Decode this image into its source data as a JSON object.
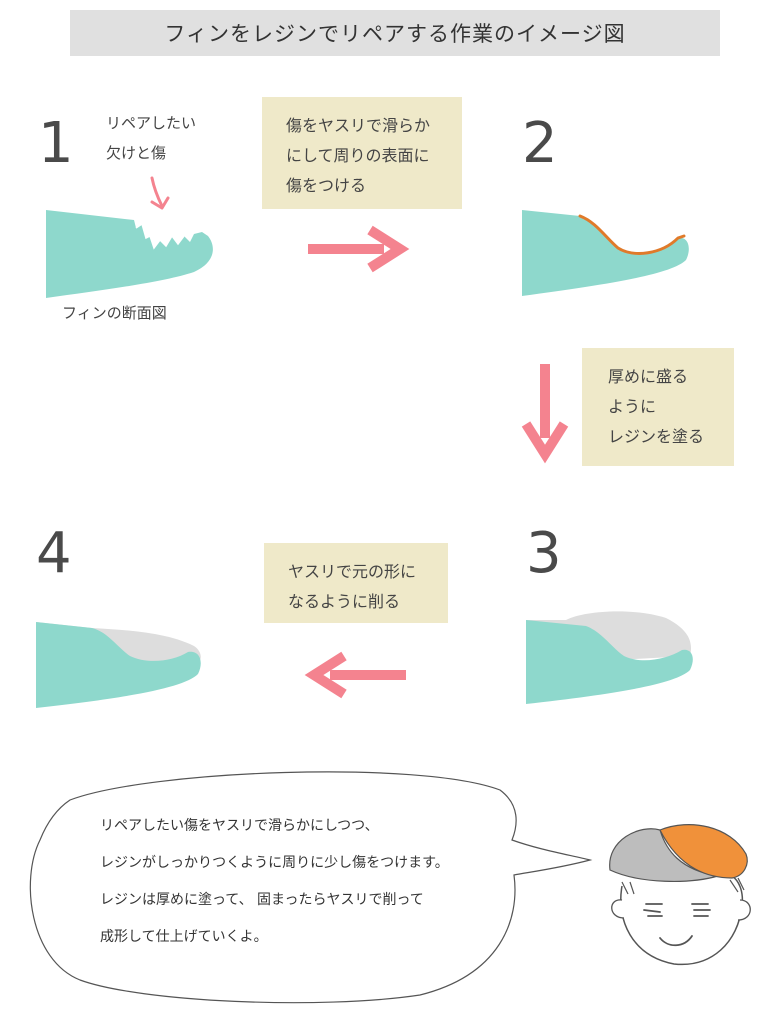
{
  "title": "フィンをレジンでリペアする作業のイメージ図",
  "steps": [
    {
      "number": "1"
    },
    {
      "number": "2"
    },
    {
      "number": "3"
    },
    {
      "number": "4"
    }
  ],
  "step1_label": [
    "リペアしたい",
    "欠けと傷"
  ],
  "fin_caption": "フィンの断面図",
  "notes": {
    "file_smooth": [
      "傷をヤスリで滑らか",
      "にして周りの表面に",
      "傷をつける"
    ],
    "apply_resin": [
      "厚めに盛る",
      "ように",
      "レジンを塗る"
    ],
    "file_shape": [
      "ヤスリで元の形に",
      "なるように削る"
    ]
  },
  "speech": [
    "リペアしたい傷をヤスリで滑らかにしつつ、",
    "レジンがしっかりつくように周りに少し傷をつけます。",
    "レジンは厚めに塗って、 固まったらヤスリで削って",
    "成形して仕上げていくよ。"
  ],
  "colors": {
    "fin": "#8ed8cc",
    "arrow": "#f4838f",
    "note_bg": "#efe9c9",
    "scratch_line": "#e07a2a",
    "resin": "#dddddd",
    "title_bg": "#e0e0e0",
    "cap_orange": "#f0913a",
    "cap_gray": "#bdbdbd"
  },
  "icons": [
    "down-right-curved-arrow-icon",
    "right-arrow-icon",
    "down-arrow-icon",
    "left-arrow-icon",
    "character-face-icon"
  ]
}
